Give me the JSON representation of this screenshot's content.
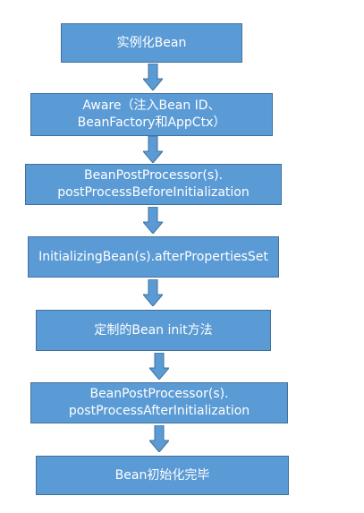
{
  "flowchart": {
    "steps": [
      {
        "lines": [
          "实例化Bean"
        ]
      },
      {
        "lines": [
          "Aware（注入Bean ID、",
          "BeanFactory和AppCtx）"
        ]
      },
      {
        "lines": [
          "BeanPostProcessor(s).",
          "postProcessBeforeInitialization"
        ]
      },
      {
        "lines": [
          "InitializingBean(s).afterPropertiesSet"
        ]
      },
      {
        "lines": [
          "定制的Bean init方法"
        ]
      },
      {
        "lines": [
          "BeanPostProcessor(s).",
          "postProcessAfterInitialization"
        ]
      },
      {
        "lines": [
          "Bean初始化完毕"
        ]
      }
    ],
    "colors": {
      "box_fill": "#5b9bd5",
      "box_border": "#41719c",
      "box_text": "#ffffff",
      "arrow_fill": "#5b9bd5",
      "arrow_border": "#41719c"
    }
  }
}
